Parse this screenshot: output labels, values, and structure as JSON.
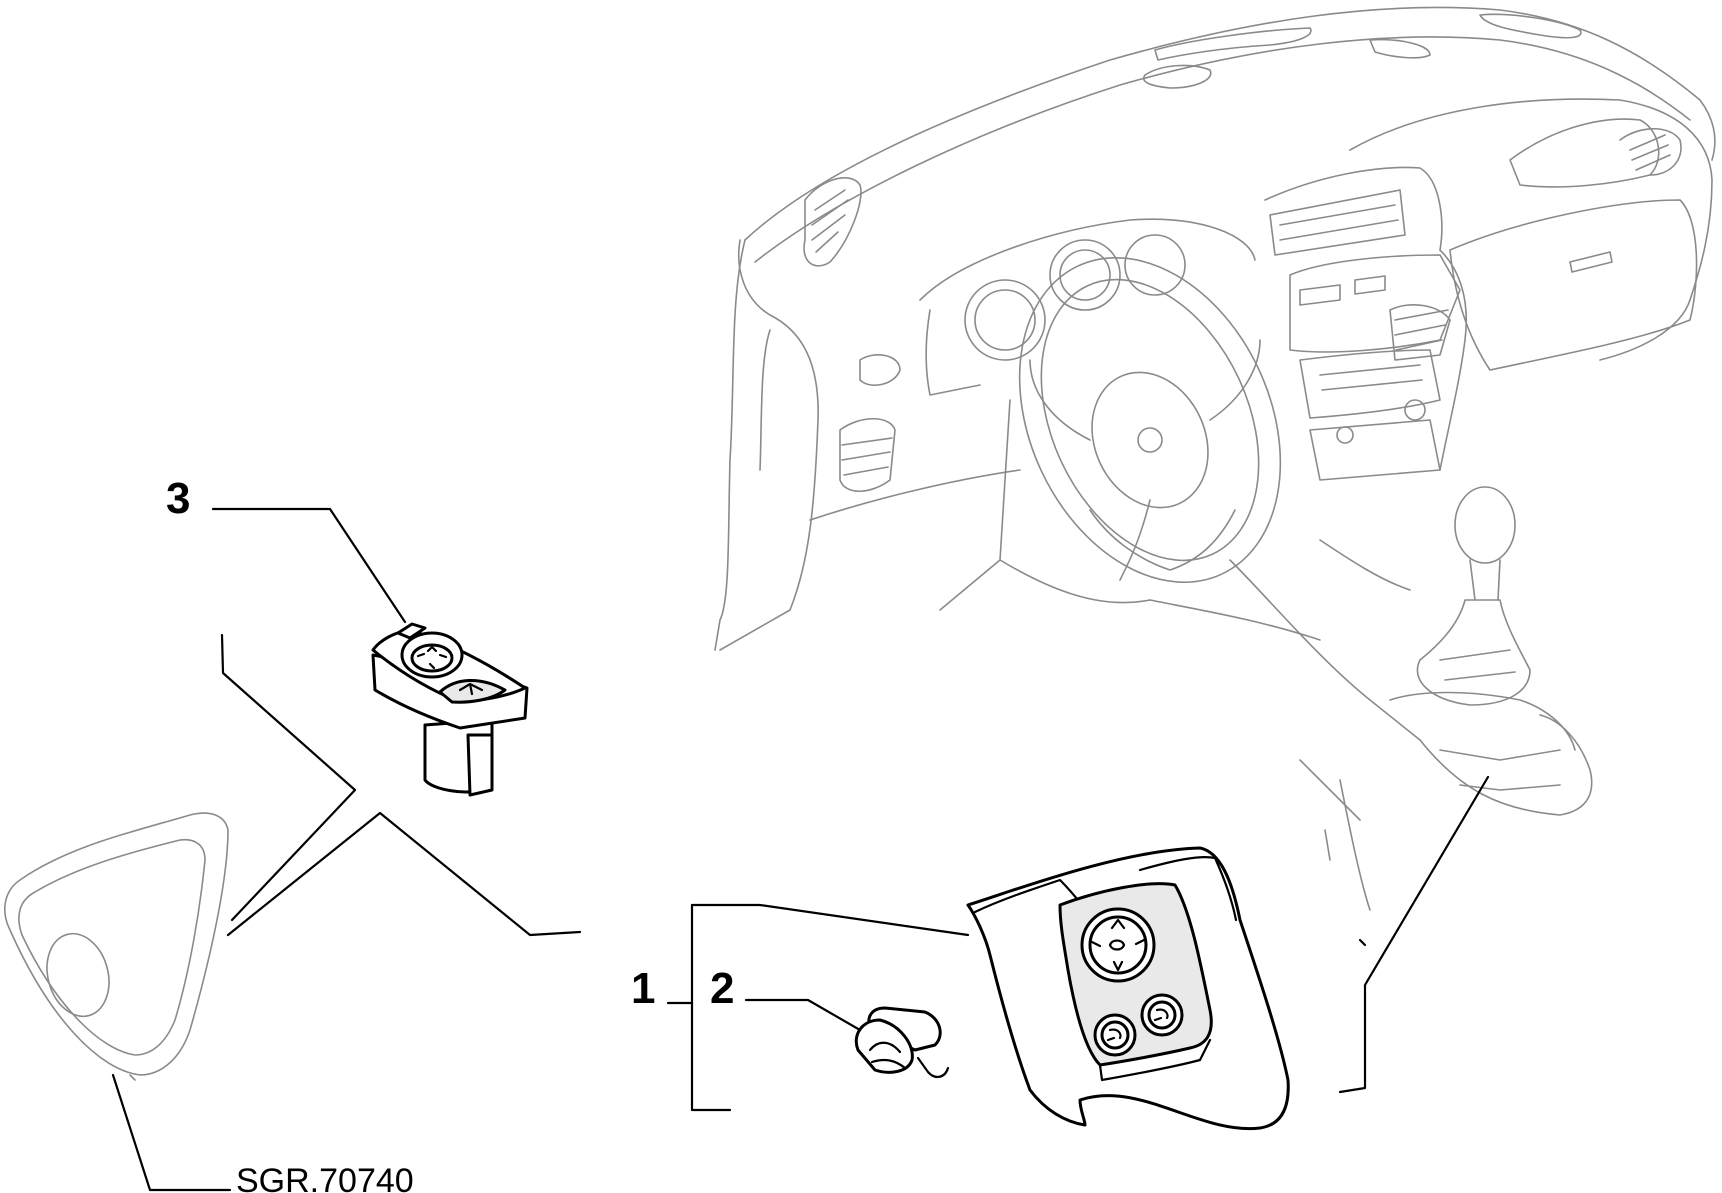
{
  "callouts": {
    "part_1": "1",
    "part_2": "2",
    "part_3": "3"
  },
  "reference_code": "SGR.70740"
}
